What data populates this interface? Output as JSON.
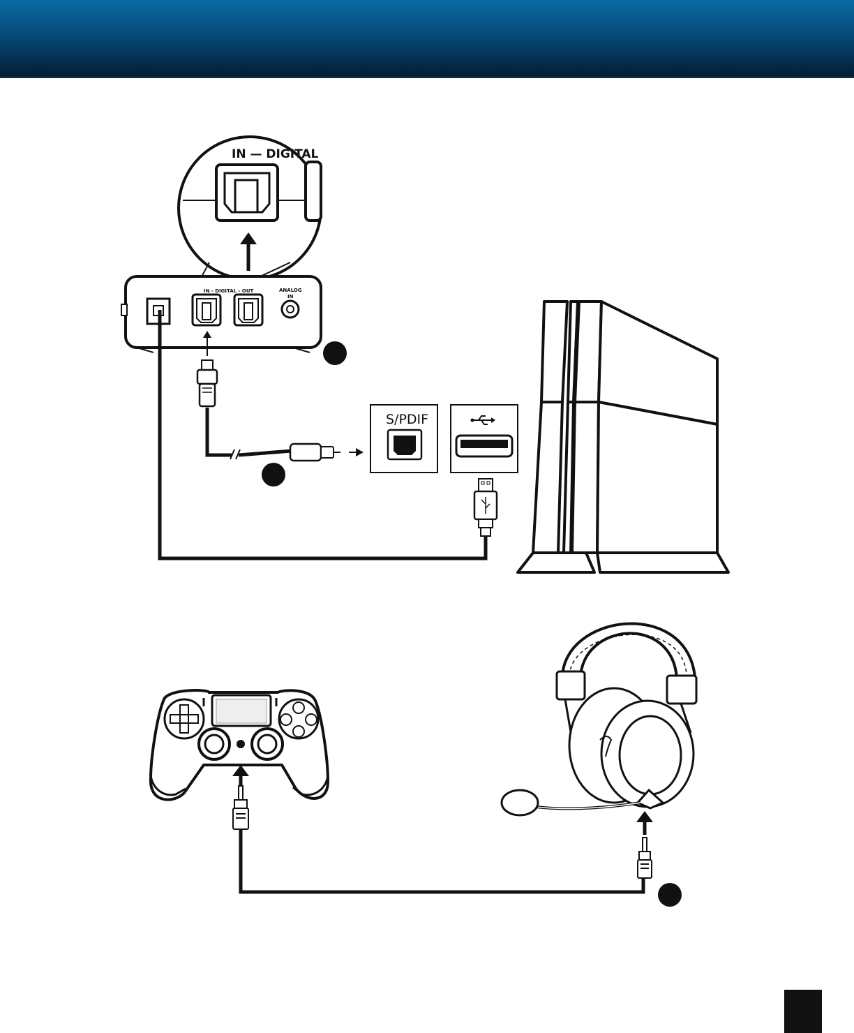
{
  "labels": {
    "zoom_in_digital": "IN — DIGITAL",
    "amp_in_digital_out": "IN - DIGITAL - OUT",
    "amp_analog": "ANALOG",
    "amp_analog_in": "IN",
    "spdif_port": "S/PDIF"
  },
  "colors": {
    "banner_top": "#0a6aa3",
    "banner_bottom": "#031e36",
    "line": "#111111"
  }
}
